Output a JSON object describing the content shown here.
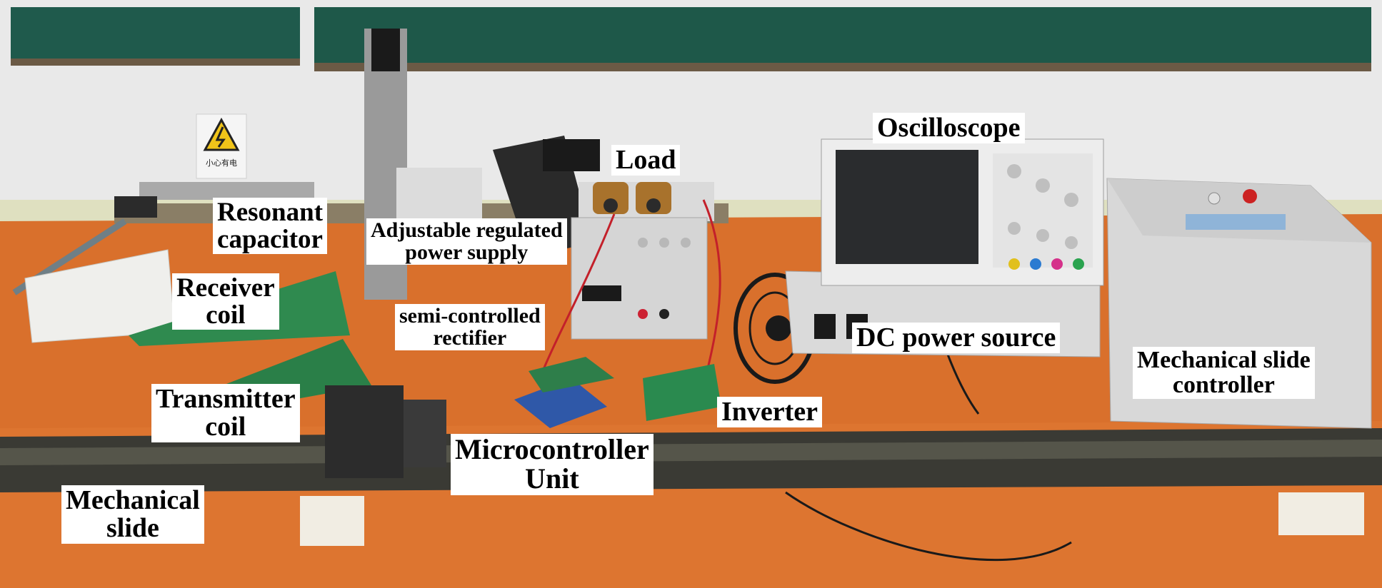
{
  "labels": {
    "oscilloscope": "Oscilloscope",
    "load": "Load",
    "resonant_capacitor": [
      "Resonant",
      "capacitor"
    ],
    "adjustable_power_supply": [
      "Adjustable regulated",
      "power supply"
    ],
    "receiver_coil": [
      "Receiver",
      "coil"
    ],
    "semi_controlled_rectifier": [
      "semi-controlled",
      "rectifier"
    ],
    "dc_power_source": "DC power source",
    "mechanical_slide_controller": [
      "Mechanical slide",
      "controller"
    ],
    "transmitter_coil": [
      "Transmitter",
      "coil"
    ],
    "inverter": "Inverter",
    "microcontroller_unit": [
      "Microcontroller",
      "Unit"
    ],
    "mechanical_slide": [
      "Mechanical",
      "slide"
    ]
  },
  "sign_text": "小心有电",
  "colors": {
    "chalkboard": "#1f5a4c",
    "wall": "#ececec",
    "table": "#d9702c",
    "rail": "#3a3a34",
    "coil_pcb": "#2f8a4f"
  }
}
